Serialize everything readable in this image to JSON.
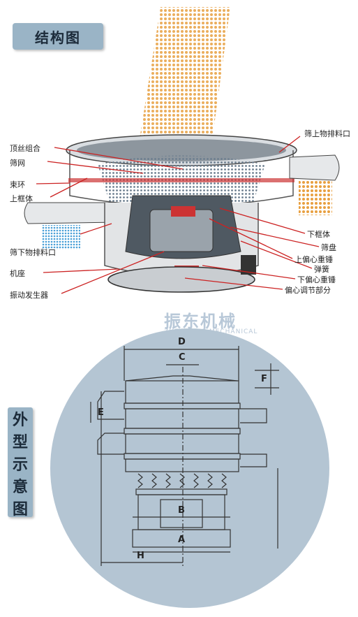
{
  "section1_title": "结构图",
  "labels": {
    "top_wire": "顶丝组合",
    "screen_mesh": "筛网",
    "clamp_ring": "束环",
    "upper_frame": "上框体",
    "under_outlet": "筛下物排料口",
    "base": "机座",
    "vibrator": "振动发生器",
    "over_outlet": "筛上物排料口",
    "lower_frame": "下框体",
    "screen_plate": "筛盘",
    "upper_weight": "上偏心重锤",
    "spring": "弹簧",
    "lower_weight": "下偏心重锤",
    "adjust_part": "偏心调节部分"
  },
  "watermark": {
    "cn": "振东机械",
    "en": "ZHENDONG MECHANICAL"
  },
  "section2_title": [
    "外",
    "型",
    "示",
    "意",
    "图"
  ],
  "dims": {
    "A": "A",
    "B": "B",
    "C": "C",
    "D": "D",
    "E": "E",
    "F": "F",
    "H": "H"
  },
  "colors": {
    "tag": "#9ab4c6",
    "circle": "#b4c5d3",
    "particles": "#e8a040",
    "blue": "#4aa0d8"
  }
}
